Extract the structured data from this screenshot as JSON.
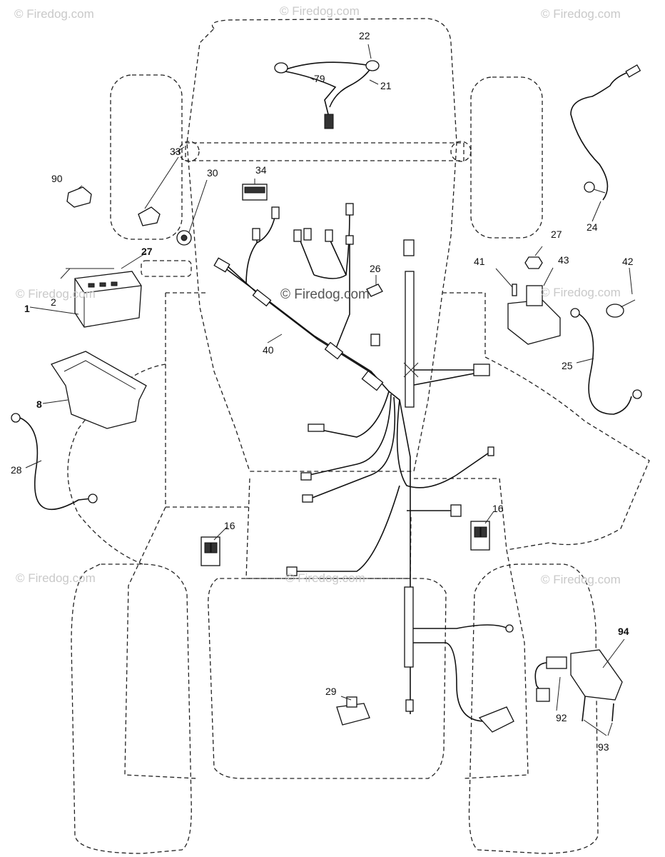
{
  "watermarks": {
    "top_left": "© Firedog.com",
    "top_center": "© Firedog.com",
    "top_right": "© Firedog.com",
    "mid_left": "© Firedog.com",
    "mid_right": "© Firedog.com",
    "low_left": "© Firedog.com",
    "low_center": "© Firedog.com",
    "low_right": "© Firedog.com",
    "center": "© Firedog.com"
  },
  "labels": {
    "p22": "22",
    "p79": "79",
    "p21": "21",
    "p33": "33",
    "p30": "30",
    "p34": "34",
    "p90": "90",
    "p27a": "27",
    "p2": "2",
    "p1": "1",
    "p8": "8",
    "p28": "28",
    "p40": "40",
    "p26": "26",
    "p24": "24",
    "p27b": "27",
    "p41": "41",
    "p43": "43",
    "p42": "42",
    "p25": "25",
    "p16a": "16",
    "p16b": "16",
    "p29": "29",
    "p94": "94",
    "p92": "92",
    "p93": "93"
  },
  "colors": {
    "line": "#111111",
    "watermark": "#c9c9c9"
  }
}
